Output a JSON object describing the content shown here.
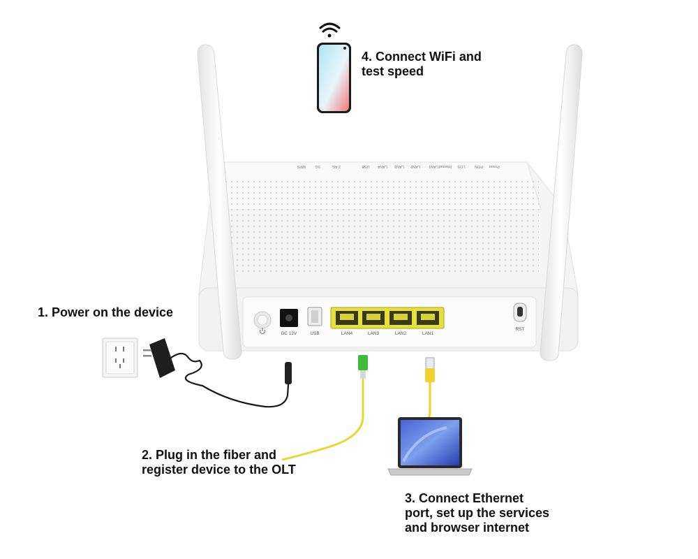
{
  "steps": {
    "power": "1. Power on the device",
    "fiber": "2. Plug in the fiber and\nregister device to the OLT",
    "ethernet": "3. Connect Ethernet\nport, set up the services\nand browser internet",
    "wifi": "4. Connect WiFi and\ntest speed"
  },
  "router": {
    "top_indicators": [
      "Power",
      "PON",
      "LOS",
      "Internet",
      "LAN1",
      "LAN2",
      "LAN3",
      "LAN4",
      "USB",
      "2.4G",
      "5G",
      "WPS"
    ],
    "ports": {
      "dc": "DC 12V",
      "usb": "USB",
      "lan4": "LAN4",
      "lan3": "LAN3",
      "lan2": "LAN2",
      "lan1": "LAN1",
      "rst": "RST"
    }
  },
  "colors": {
    "lan_port": "#e8e03a",
    "fiber_cable": "#e8d92e",
    "fiber_connector": "#3dbd3a",
    "ethernet_cable": "#f0d22a",
    "router_body": "#f6f6f6",
    "text": "#111111"
  },
  "icons": [
    "wifi-icon",
    "smartphone-icon",
    "power-outlet-icon",
    "power-adapter-icon",
    "laptop-icon",
    "router-icon"
  ]
}
